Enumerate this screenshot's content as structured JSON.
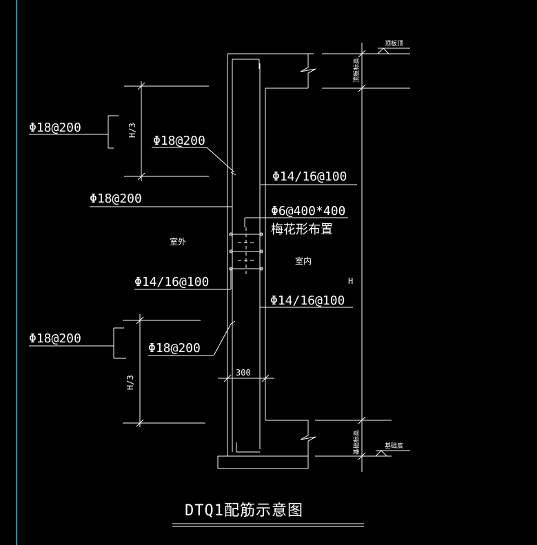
{
  "drawing": {
    "title": "DTQ1配筋示意图",
    "outside_label": "室外",
    "inside_label": "室内",
    "wall_thickness": "300",
    "height_label": "H",
    "third_height_top": "H/3",
    "third_height_bottom": "H/3",
    "top_level_label": "顶板顶",
    "top_elev_label": "顶板标高",
    "bottom_level_label": "基础底",
    "bottom_elev_label": "基础标高",
    "rebar": {
      "outer_top_additional": "Φ18@200",
      "outer_top_vertical": "Φ18@200",
      "outer_mid_vertical": "Φ18@200",
      "outer_bottom_additional": "Φ18@200",
      "outer_bottom_vertical": "Φ18@200",
      "inner_horizontal_top": "Φ14/16@100",
      "tie_bars": "Φ6@400*400",
      "tie_note": "梅花形布置",
      "outer_horizontal": "Φ14/16@100",
      "inner_horizontal_bottom": "Φ14/16@100"
    }
  },
  "colors": {
    "background": "#000000",
    "lines": "#ffffff",
    "frame": "#00c8ff"
  }
}
